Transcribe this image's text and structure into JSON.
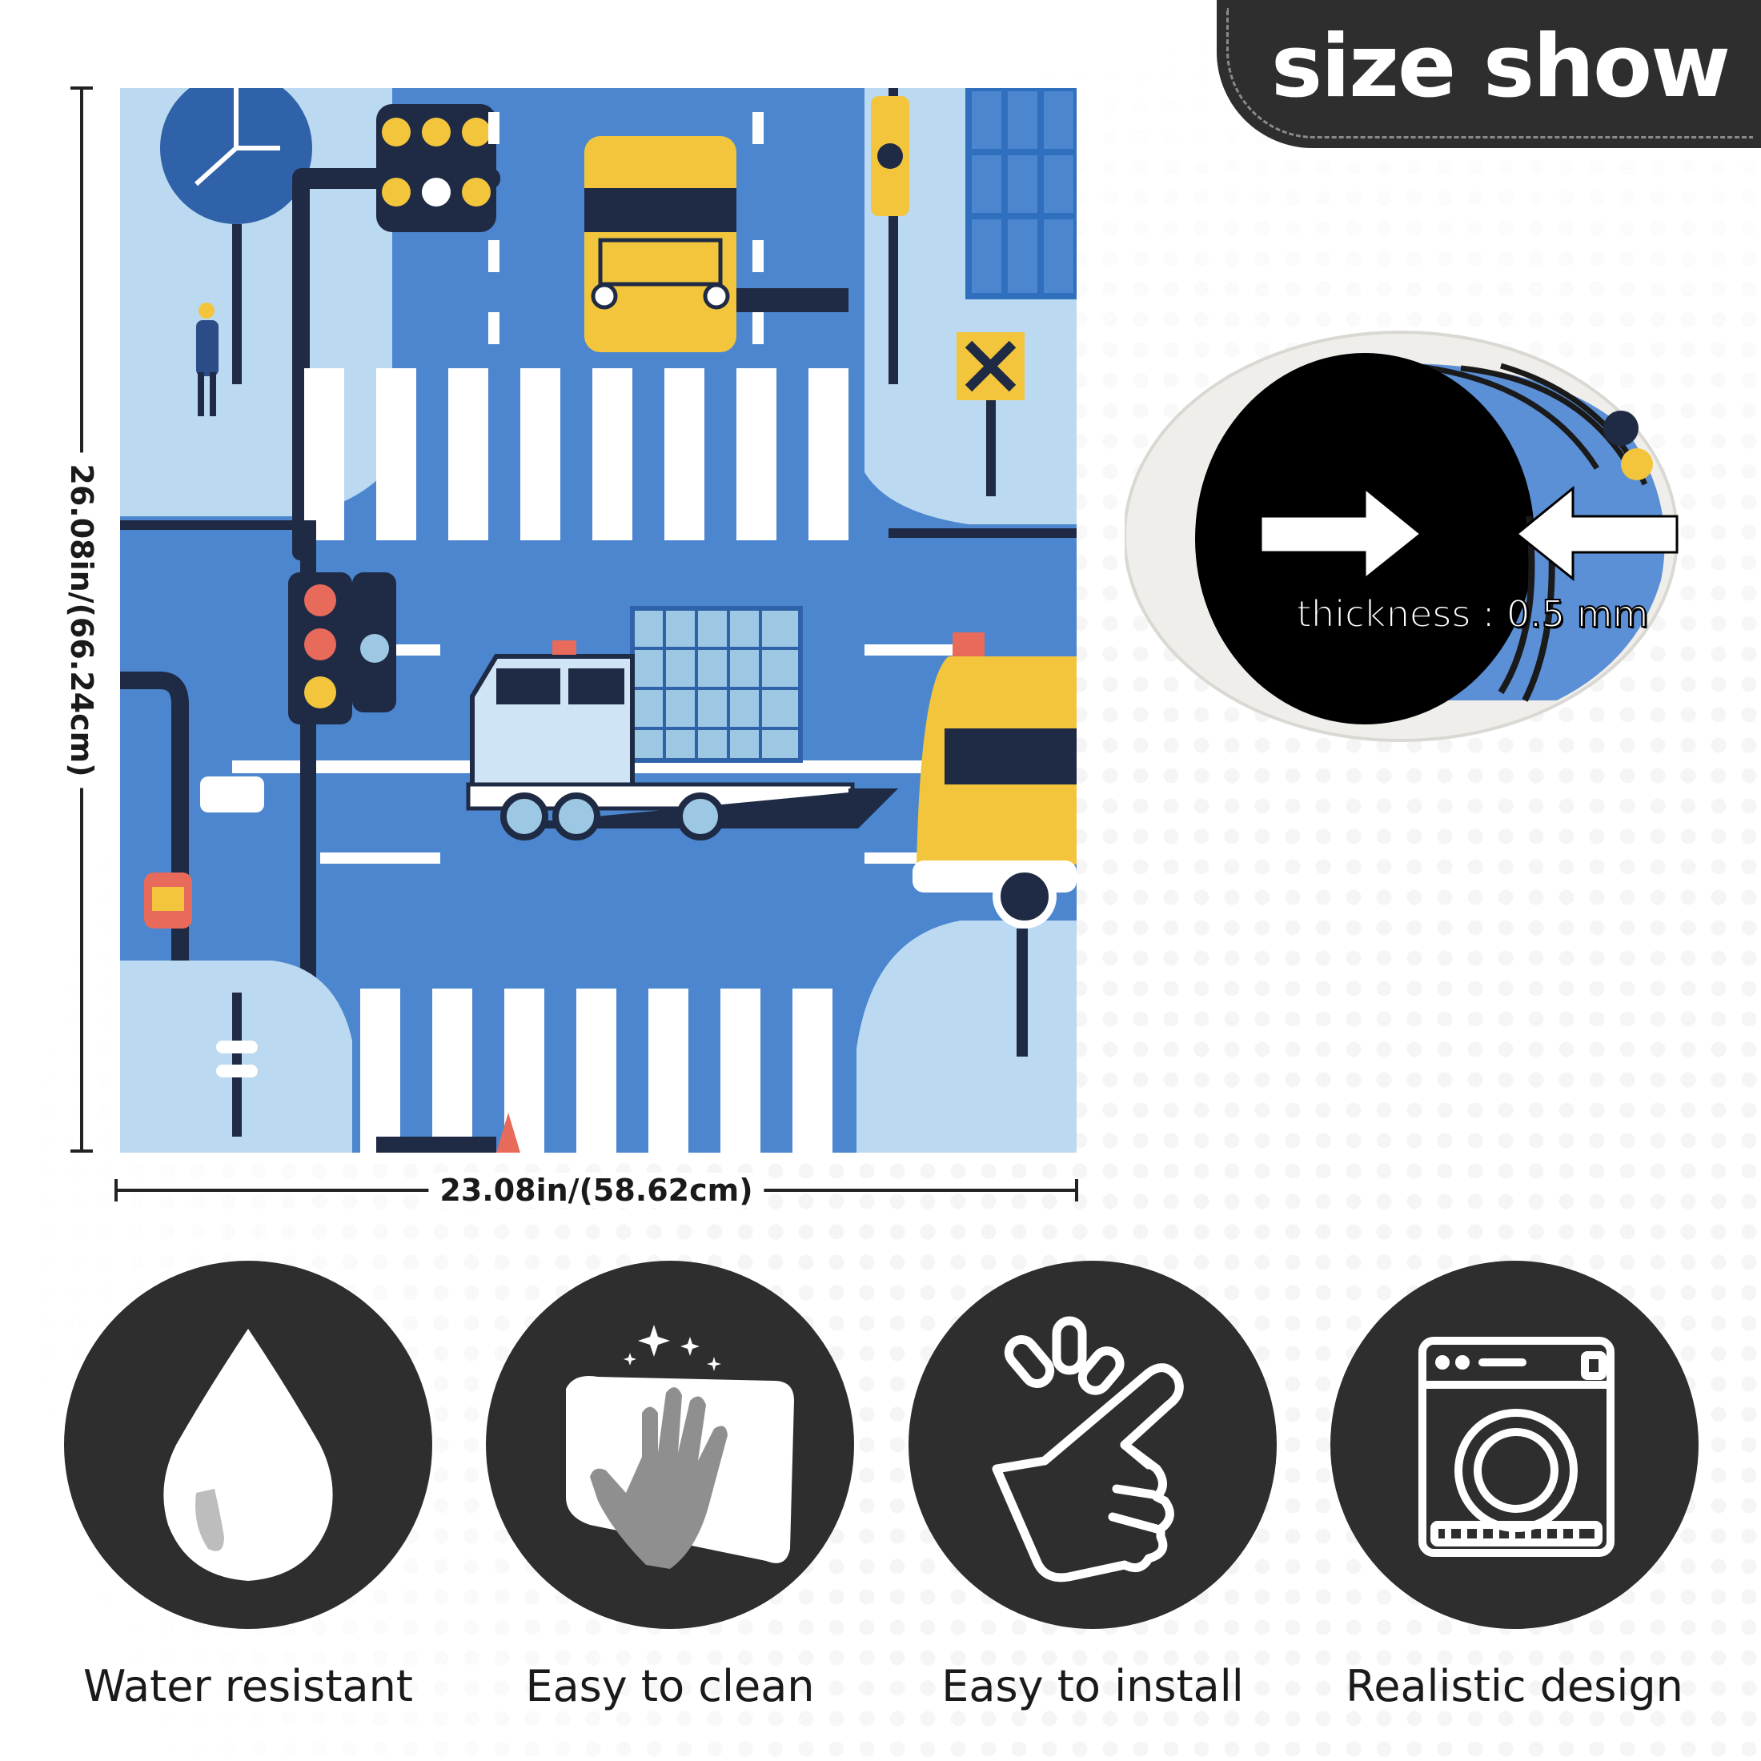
{
  "header": {
    "title": "size show"
  },
  "dimensions": {
    "height_label": "26.08in/(66.24cm)",
    "width_label": "23.08in/(58.62cm)"
  },
  "thickness": {
    "label": "thickness : 0.5 mm"
  },
  "features": [
    {
      "label": "Water resistant",
      "icon": "water-drop-icon"
    },
    {
      "label": "Easy to clean",
      "icon": "wipe-clean-icon"
    },
    {
      "label": "Easy to install",
      "icon": "hand-press-icon"
    },
    {
      "label": "Realistic design",
      "icon": "washing-machine-icon"
    }
  ],
  "colors": {
    "dark": "#2e2e2e",
    "poster_blue": "#4b86cf",
    "light_blue": "#bcd9f2",
    "yellow": "#f2c53d",
    "navy": "#1f2a44"
  }
}
